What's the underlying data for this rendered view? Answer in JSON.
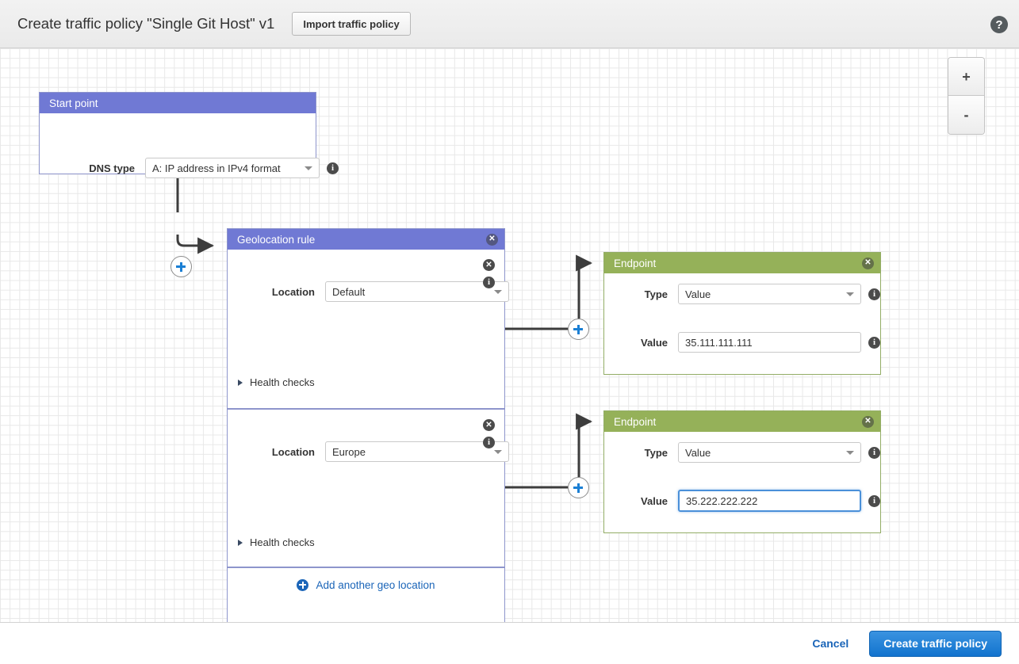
{
  "header": {
    "title": "Create traffic policy \"Single Git Host\" v1",
    "import_button": "Import traffic policy",
    "help_icon": "help-icon",
    "help_glyph": "?"
  },
  "canvas": {
    "zoom_in_label": "+",
    "zoom_out_label": "-"
  },
  "icons": {
    "close_glyph": "✕",
    "info_glyph": "i"
  },
  "start_point": {
    "title": "Start point",
    "dns_type_label": "DNS type",
    "dns_type_value": "A: IP address in IPv4 format"
  },
  "geolocation_rule": {
    "title": "Geolocation rule",
    "add_location_label": "Add another geo location",
    "locations": [
      {
        "label": "Location",
        "value": "Default",
        "health_checks_label": "Health checks",
        "health_checks_expanded": false
      },
      {
        "label": "Location",
        "value": "Europe",
        "health_checks_label": "Health checks",
        "health_checks_expanded": false
      }
    ]
  },
  "endpoints": [
    {
      "title": "Endpoint",
      "type_label": "Type",
      "type_value": "Value",
      "value_label": "Value",
      "value_value": "35.111.111.111",
      "value_focused": false
    },
    {
      "title": "Endpoint",
      "type_label": "Type",
      "type_value": "Value",
      "value_label": "Value",
      "value_value": "35.222.222.222",
      "value_focused": true
    }
  ],
  "footer": {
    "cancel_label": "Cancel",
    "create_label": "Create traffic policy"
  },
  "colors": {
    "rule_header": "#7079d4",
    "endpoint_header": "#95b159",
    "accent_blue": "#1b65b8",
    "focus_blue": "#4a90d9"
  }
}
